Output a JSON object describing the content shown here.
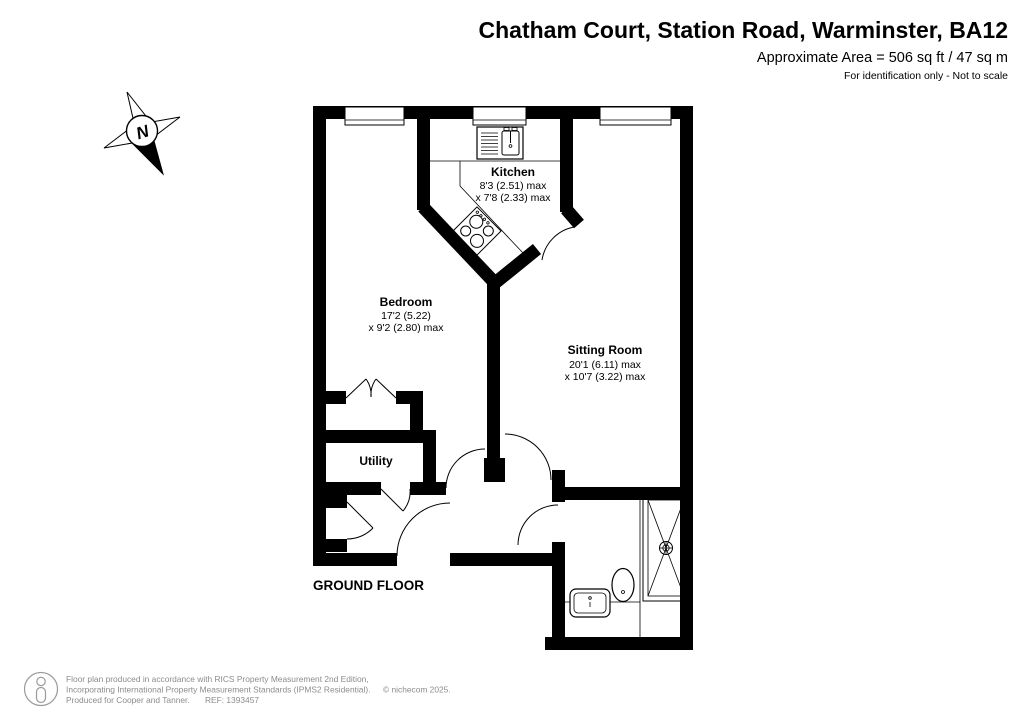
{
  "header": {
    "title": "Chatham Court, Station Road, Warminster, BA12",
    "area_line": "Approximate Area = 506 sq ft / 47 sq m",
    "note_line": "For identification only - Not to scale"
  },
  "compass": {
    "label": "N"
  },
  "rooms": {
    "kitchen": {
      "name": "Kitchen",
      "dim1": "8'3 (2.51) max",
      "dim2": "x 7'8 (2.33) max"
    },
    "bedroom": {
      "name": "Bedroom",
      "dim1": "17'2 (5.22)",
      "dim2": "x 9'2 (2.80) max"
    },
    "sitting_room": {
      "name": "Sitting Room",
      "dim1": "20'1 (6.11) max",
      "dim2": "x 10'7 (3.22) max"
    },
    "utility": {
      "name": "Utility"
    }
  },
  "floor_label": "GROUND FLOOR",
  "footer": {
    "line1": "Floor plan produced in accordance with RICS Property Measurement 2nd Edition,",
    "line2": "Incorporating International Property Measurement Standards (IPMS2 Residential).",
    "copyright": "© nichecom 2025.",
    "line3": "Produced for Cooper and Tanner.",
    "ref": "REF: 1393457"
  },
  "colors": {
    "wall": "#000000",
    "footer_text": "#8c8c8c",
    "background": "#ffffff"
  }
}
